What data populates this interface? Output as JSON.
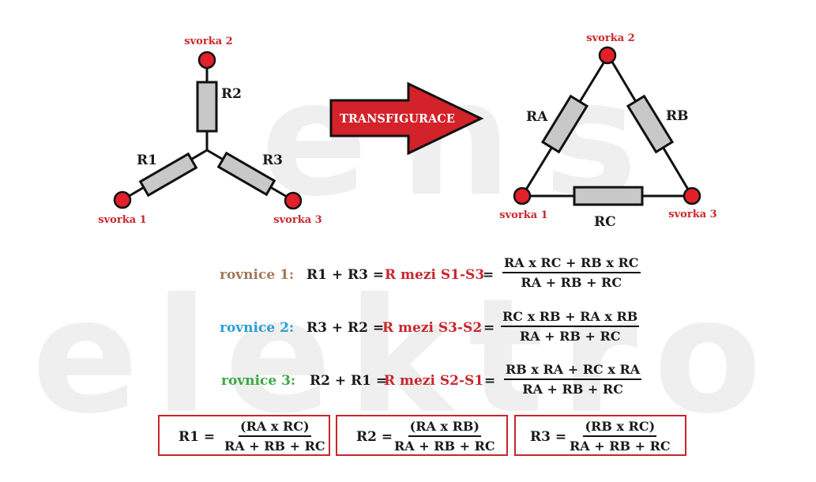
{
  "watermark": {
    "text_top": "ens",
    "text_bottom": "elektro"
  },
  "star": {
    "terminals": [
      "svorka 2",
      "svorka 1",
      "svorka 3"
    ],
    "resistors": [
      "R2",
      "R1",
      "R3"
    ]
  },
  "arrow": {
    "label": "TRANSFIGURACE"
  },
  "delta": {
    "terminals": [
      "svorka 2",
      "svorka 1",
      "svorka 3"
    ],
    "resistors": [
      "RA",
      "RB",
      "RC"
    ]
  },
  "equations": [
    {
      "label": "rovnice 1:",
      "label_color": "#a3785a",
      "lhs": "R1 + R3 =",
      "mid": "R mezi S1-S3",
      "eq": "=",
      "num": "RA x RC + RB x RC",
      "den": "RA + RB + RC"
    },
    {
      "label": "rovnice 2:",
      "label_color": "#2b9fd6",
      "lhs": "R3 + R2 =",
      "mid": "R mezi S3-S2",
      "eq": "=",
      "num": "RC x RB + RA x RB",
      "den": "RA + RB + RC"
    },
    {
      "label": "rovnice 3:",
      "label_color": "#3aa845",
      "lhs": "R2 + R1 =",
      "mid": "R mezi S2-S1",
      "eq": "=",
      "num": "RB x RA + RC x RA",
      "den": "RA + RB + RC"
    }
  ],
  "results": [
    {
      "lhs": "R1  =",
      "num": "(RA x RC)",
      "den": "RA + RB + RC"
    },
    {
      "lhs": "R2 =",
      "num": "(RA x RB)",
      "den": "RA + RB + RC"
    },
    {
      "lhs": "R3 =",
      "num": "(RB x RC)",
      "den": "RA + RB + RC"
    }
  ],
  "colors": {
    "accent": "#c8262c",
    "terminal": "#e2202a",
    "resistor_fill": "#c8c8c8"
  }
}
